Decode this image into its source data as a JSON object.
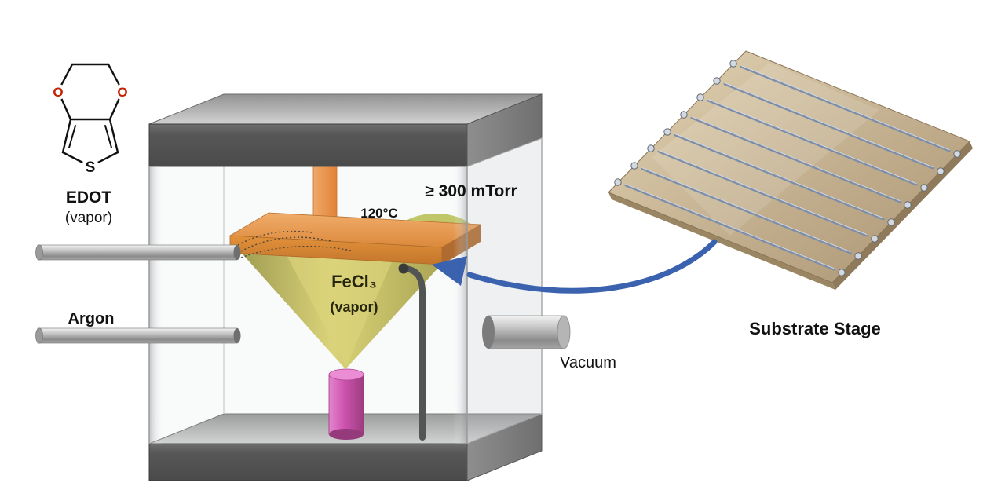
{
  "molecule": {
    "name": "EDOT",
    "state": "(vapor)",
    "atoms": {
      "o_left": "O",
      "o_right": "O",
      "s": "S"
    }
  },
  "chamber": {
    "pressure": "≥ 300 mTorr",
    "stage_temp": "120°C",
    "oxidant": "FeCl₃",
    "oxidant_state": "(vapor)"
  },
  "labels": {
    "argon": "Argon",
    "vacuum": "Vacuum",
    "substrate_stage": "Substrate Stage"
  },
  "colors": {
    "stage_orange": "#e8832e",
    "vapor_yellow": "#c2bb4a",
    "crucible_magenta": "#c936a2",
    "arrow_blue": "#3b62ae",
    "plate_tan": "#c9b48e",
    "chamber_dark_gray": "#5a5a5a"
  }
}
